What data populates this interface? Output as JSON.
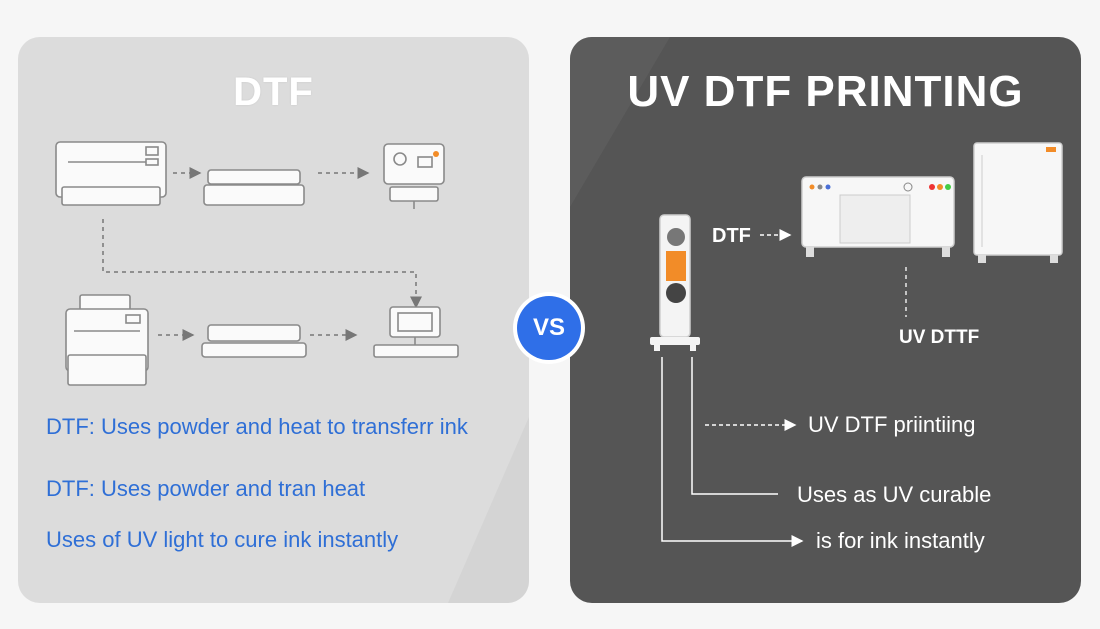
{
  "left": {
    "title": "DTF",
    "lines": [
      "DTF: Uses powder and heat to transferr ink",
      "DTF: Uses powder and tran heat",
      "Uses of UV light to cure ink instantly"
    ]
  },
  "center": {
    "vs": "VS"
  },
  "right": {
    "title": "UV DTF PRINTING",
    "dtf_label": "DTF",
    "uvdtf_label": "UV DTTF",
    "callouts": [
      "UV DTF priintiing",
      "Uses as UV curable",
      "is for ink instantly"
    ]
  },
  "colors": {
    "accent_blue": "#2f6fd6",
    "vs_badge": "#2f6fe8",
    "accent_orange": "#f28c28"
  }
}
